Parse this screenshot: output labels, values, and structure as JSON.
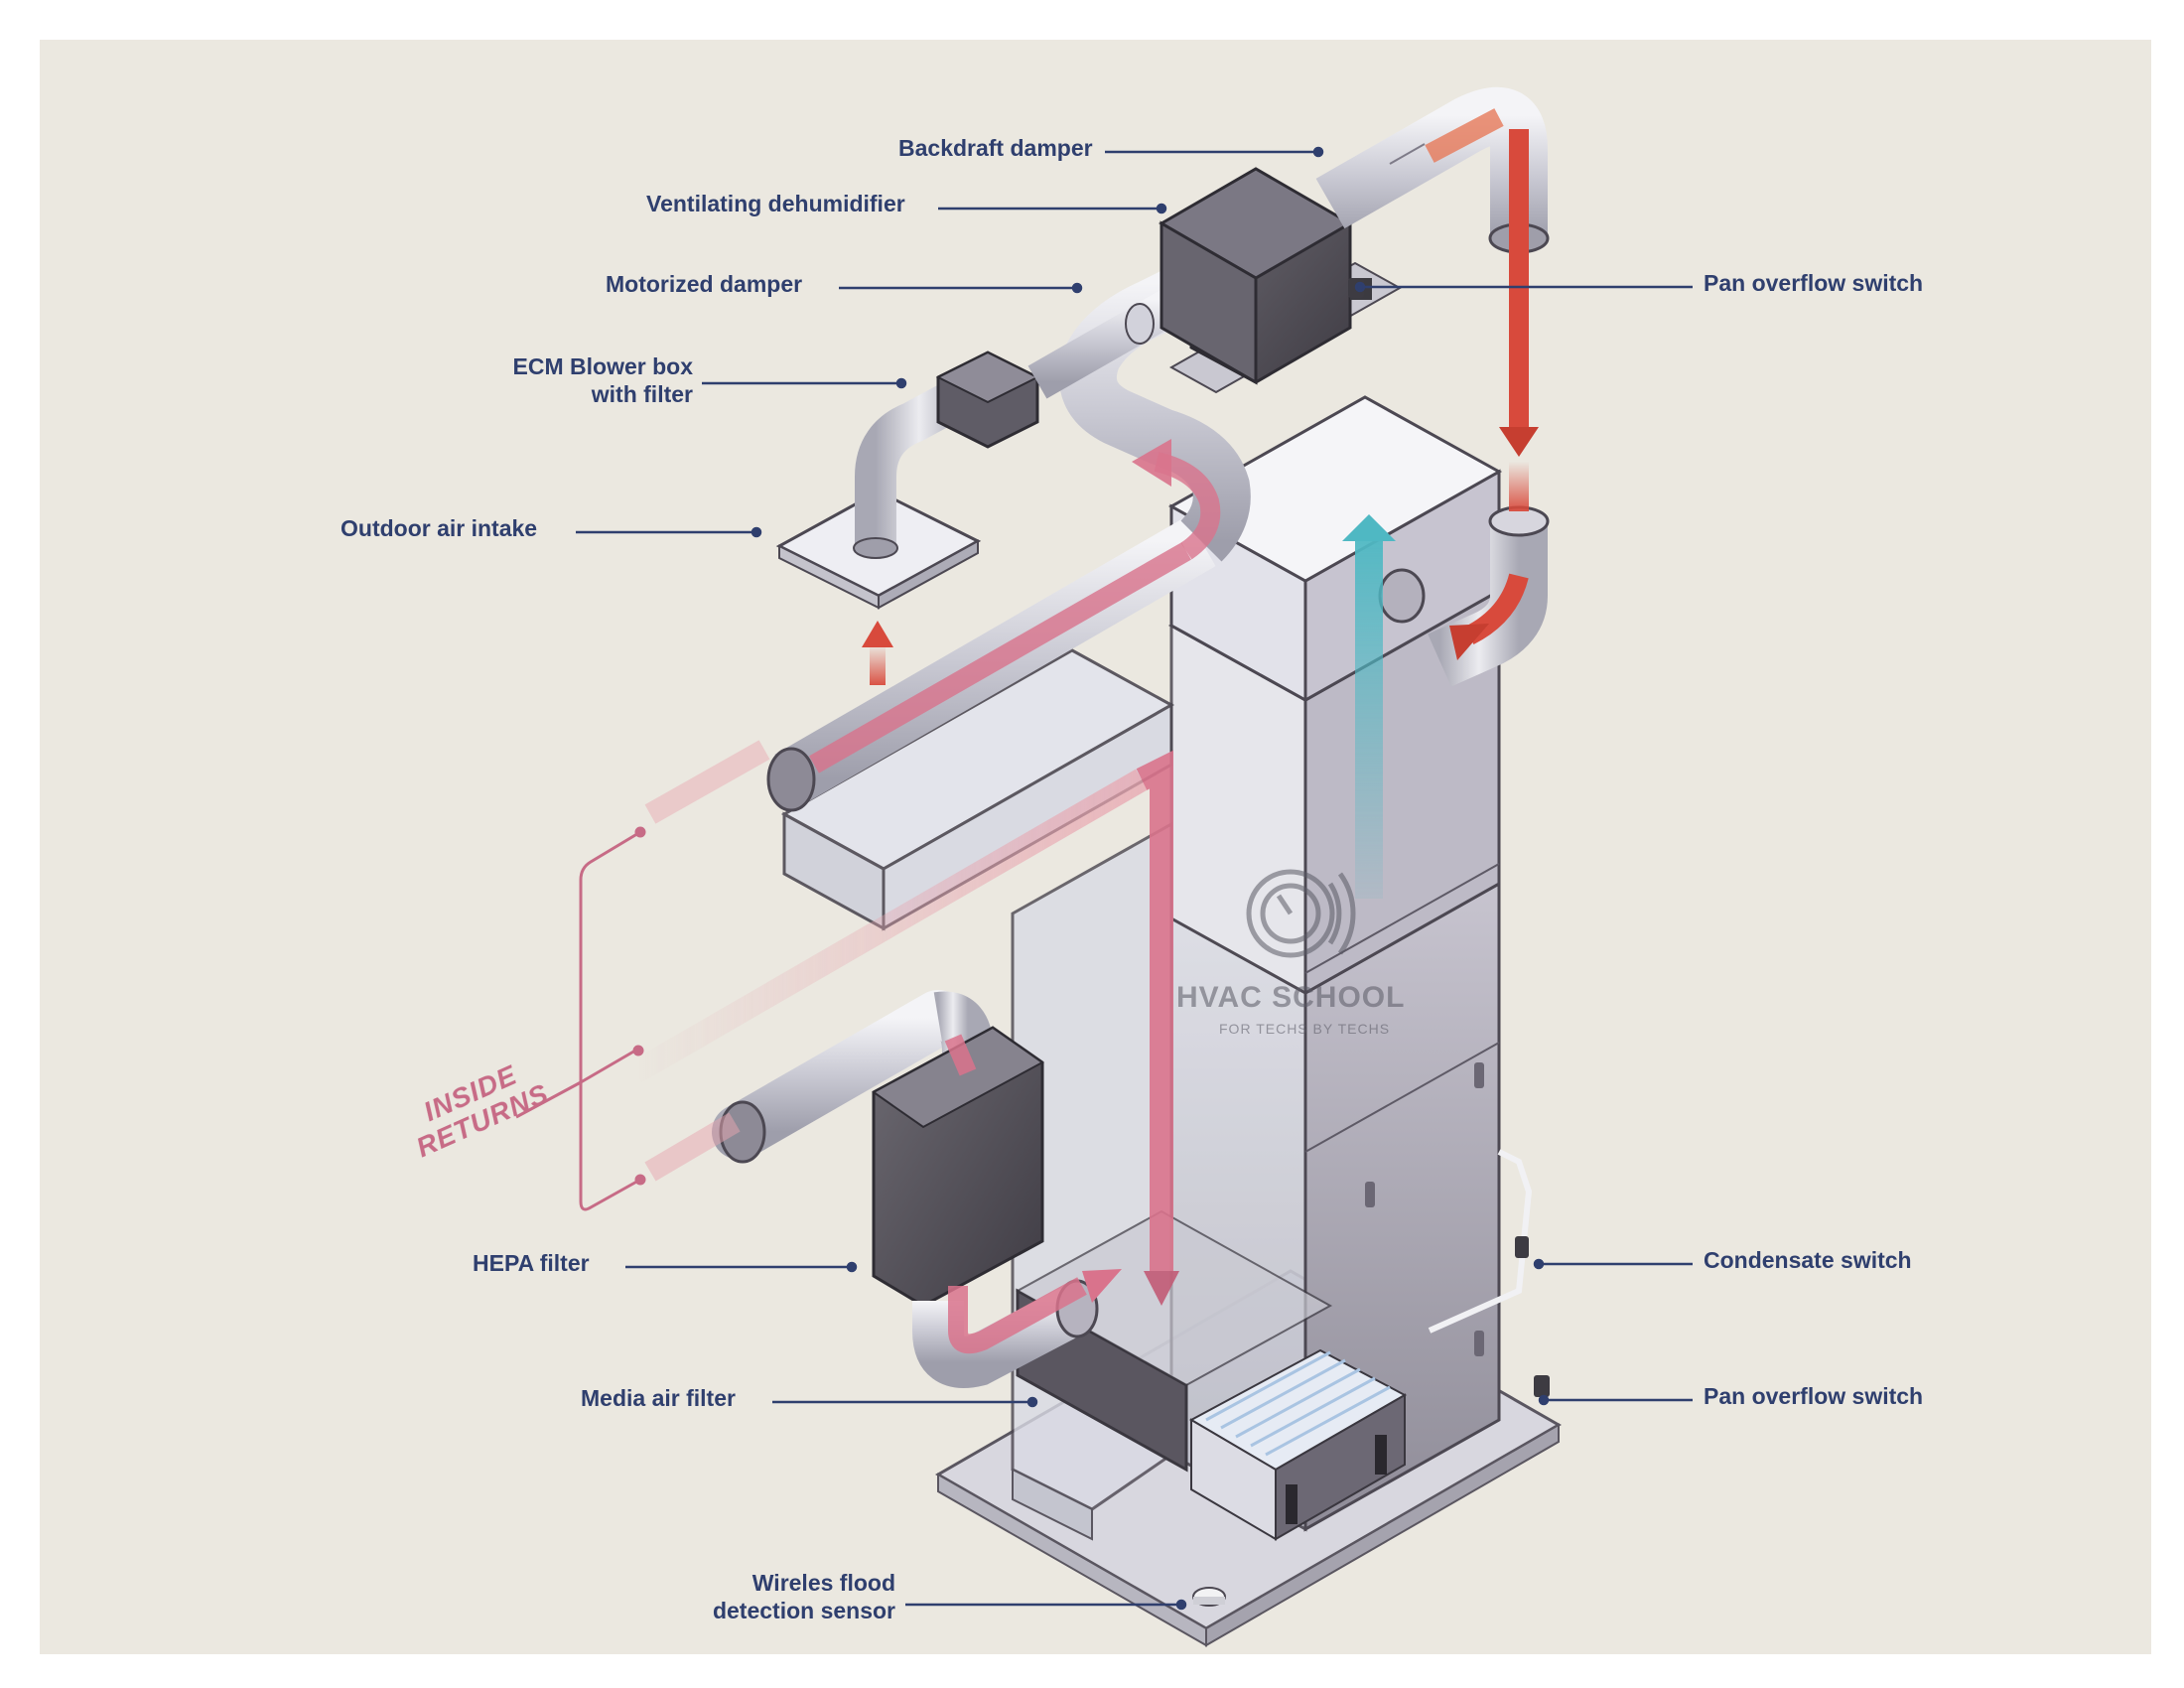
{
  "callouts": {
    "backdraft_damper": "Backdraft damper",
    "ventilating_dehumidifier": "Ventilating dehumidifier",
    "motorized_damper": "Motorized damper",
    "ecm_blower_line1": "ECM Blower box",
    "ecm_blower_line2": "with filter",
    "outdoor_air_intake": "Outdoor air intake",
    "pan_overflow_switch_top": "Pan overflow switch",
    "condensate_switch": "Condensate switch",
    "pan_overflow_switch_bottom": "Pan overflow switch",
    "hepa_filter": "HEPA filter",
    "media_air_filter": "Media air filter",
    "flood_sensor_line1": "Wireles flood",
    "flood_sensor_line2": "detection sensor"
  },
  "inside_returns": {
    "line1": "INSIDE",
    "line2": "RETURNS"
  },
  "logo": {
    "title": "HVAC SCHOOL",
    "tagline": "FOR TECHS BY TECHS"
  },
  "colors": {
    "background": "#ebe8e0",
    "callout_text": "#2f3f6e",
    "leader_line": "#2f3f6e",
    "return_air": "#d9738c",
    "supply_air": "#4fb8c3",
    "outdoor_air": "#d84a3c",
    "returns_label": "#c76b86"
  }
}
